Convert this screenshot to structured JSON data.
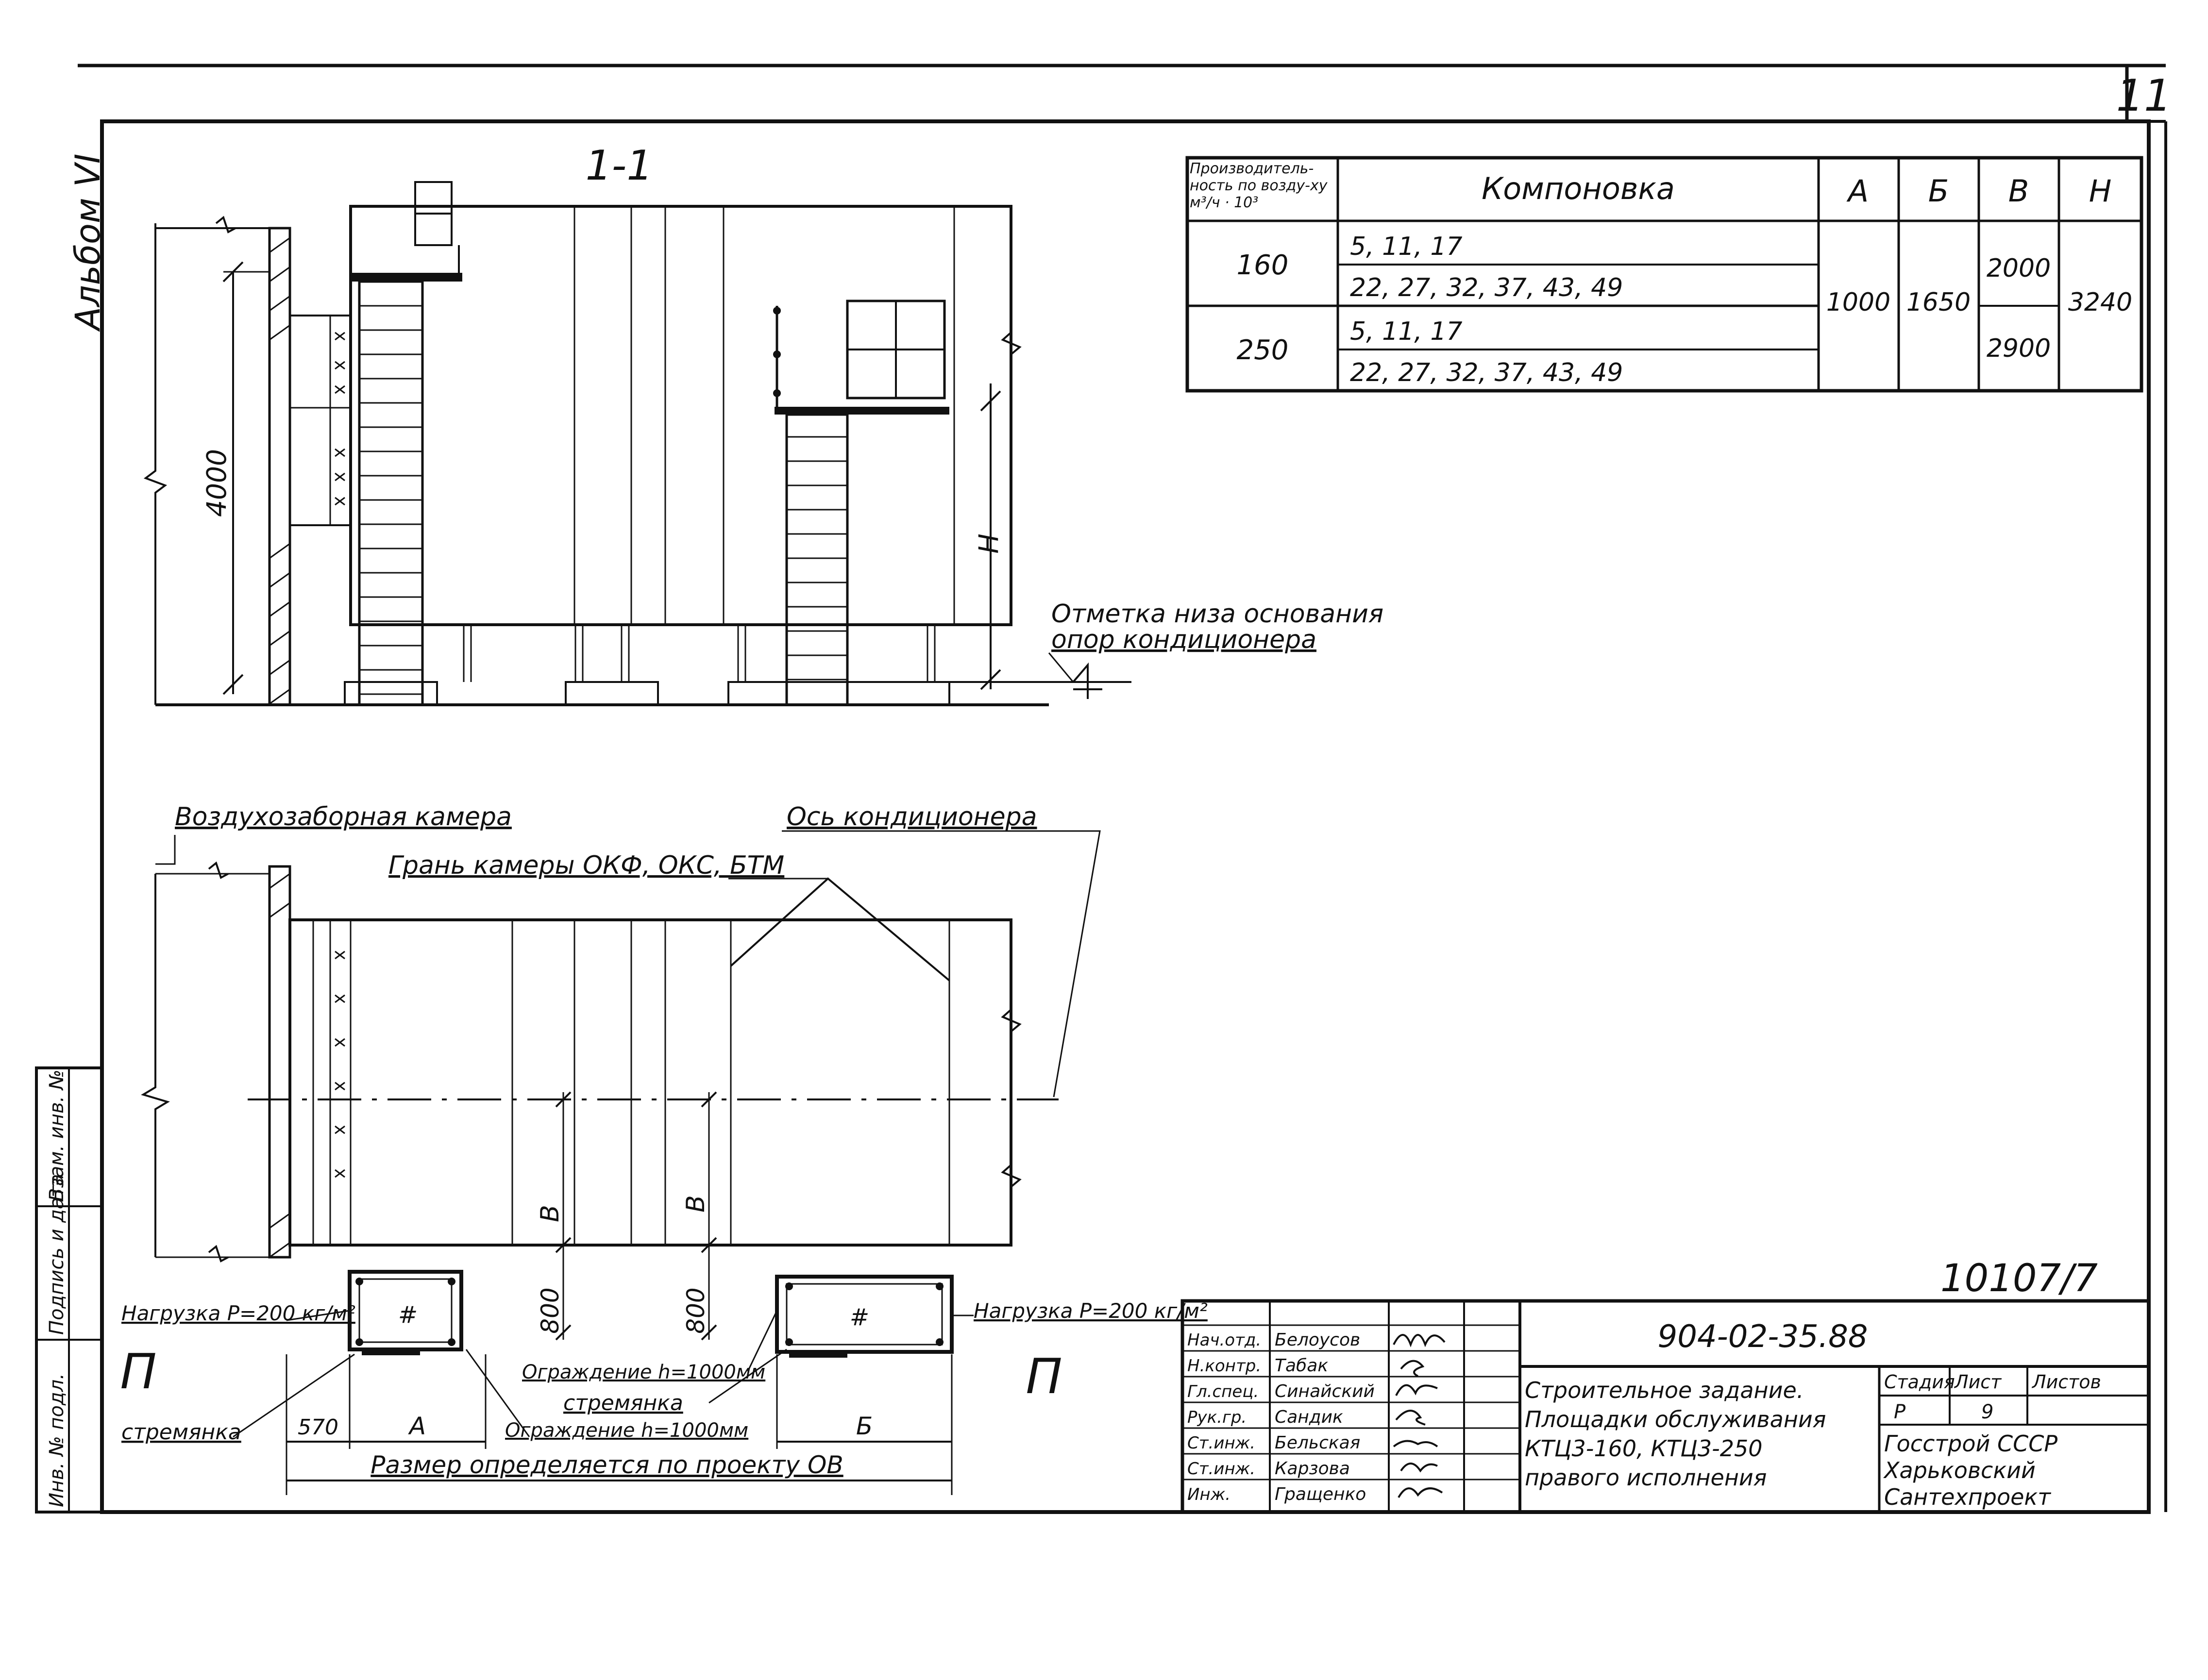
{
  "page_number": "11",
  "album_label": "Альбом VI",
  "section_label": "1-1",
  "plan_section_marks": [
    "П",
    "П"
  ],
  "table": {
    "col_headers": {
      "capacity": "Производитель-ность по возду-ху м³/ч · 10³",
      "layout": "Компоновка",
      "a": "А",
      "b": "Б",
      "v": "В",
      "h": "Н"
    },
    "rows": [
      {
        "capacity": "160",
        "layouts": [
          "5, 11, 17",
          "22, 27, 32, 37, 43, 49"
        ],
        "v": "2000"
      },
      {
        "capacity": "250",
        "layouts": [
          "5, 11, 17",
          "22, 27, 32, 37, 43, 49"
        ],
        "v": "2900"
      }
    ],
    "a_value": "1000",
    "b_value": "1650",
    "h_value": "3240"
  },
  "section": {
    "dim_4000": "4000",
    "dim_h": "Н",
    "note_line1": "Отметка низа основания",
    "note_line2": "опор кондиционера"
  },
  "plan": {
    "intake_chamber": "Воздухозаборная камера",
    "conditioner_axis": "Ось кондиционера",
    "chamber_face": "Грань камеры ОКФ, ОКС, БТМ",
    "dim_v_left": "В",
    "dim_v_right": "В",
    "dim_800_left": "800",
    "dim_800_right": "800",
    "load_left": "Нагрузка Р=200 кг/м²",
    "load_right": "Нагрузка Р=200 кг/м²",
    "fence_1": "Ограждение h=1000мм",
    "ladder_1": "стремянка",
    "fence_2": "Ограждение h=1000мм",
    "ladder_2": "стремянка",
    "dim_570": "570",
    "dim_a": "А",
    "dim_b": "Б",
    "size_note": "Размер определяется по проекту ОВ"
  },
  "stamp": {
    "doc_number": "10107/7",
    "code": "904-02-35.88",
    "title_lines": [
      "Строительное задание.",
      "Площадки обслуживания",
      "КТЦ3-160, КТЦ3-250",
      "правого исполнения"
    ],
    "roles": [
      "Нач.отд.",
      "Н.контр.",
      "Гл.спец.",
      "Рук.гр.",
      "Ст.инж.",
      "Ст.инж.",
      "Инж."
    ],
    "names": [
      "Белоусов",
      "Табак",
      "Синайский",
      "Сандик",
      "Бельская",
      "Карзова",
      "Гращенко"
    ],
    "stage_label": "Стадия",
    "sheet_label": "Лист",
    "sheets_label": "Листов",
    "stage_value": "Р",
    "sheet_value": "9",
    "org_lines": [
      "Госстрой СССР",
      "Харьковский",
      "Сантехпроект"
    ]
  },
  "side_stamp": {
    "labels": [
      "Инв. № подл.",
      "Подпись и дата",
      "Взам. инв. №"
    ]
  }
}
